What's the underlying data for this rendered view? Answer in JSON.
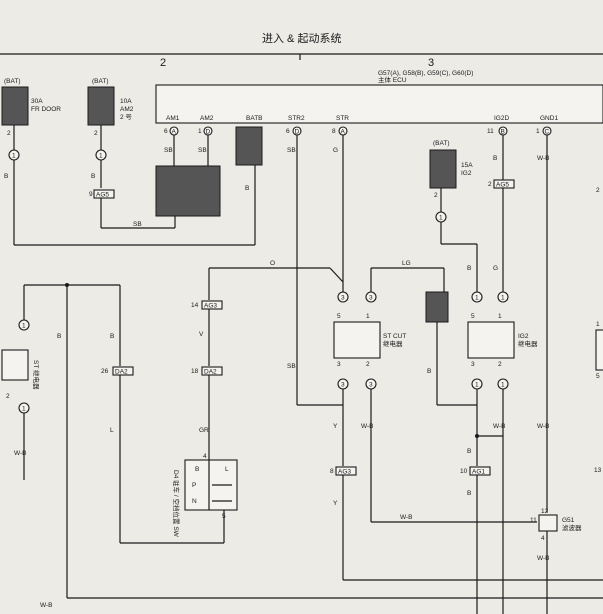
{
  "page": {
    "title": "进入 & 起动系统",
    "col2": "2",
    "col3": "3"
  },
  "ecu": {
    "code": "G57(A), G58(B), G59(C), G60(D)",
    "name": "主体 ECU",
    "pins": {
      "am1": "AM1",
      "am1_no": "6",
      "am1_c": "A",
      "am2": "AM2",
      "am2_no": "1",
      "am2_c": "D",
      "batb": "BATB",
      "str2": "STR2",
      "str2_no": "6",
      "str2_c": "D",
      "str": "STR",
      "str_no": "8",
      "str_c": "A",
      "ig2d": "IG2D",
      "ig2d_no": "11",
      "ig2d_c": "B",
      "gnd1": "GND1",
      "gnd1_no": "1",
      "gnd1_c": "C"
    }
  },
  "fuses": {
    "fr_door": {
      "bat": "(BAT)",
      "amp": "30A",
      "name": "FR DOOR",
      "pin": "2",
      "conn": "1"
    },
    "am2": {
      "bat": "(BAT)",
      "amp": "10A",
      "name1": "AM2",
      "name2": "2 号",
      "pin": "2",
      "conn": "1"
    },
    "ig2": {
      "bat": "(BAT)",
      "amp": "15A",
      "name": "IG2",
      "pin": "2",
      "conn": "1"
    }
  },
  "relays": {
    "st": {
      "name": "ST 继电器"
    },
    "st_cut": {
      "name1": "ST CUT",
      "name2": "继电器",
      "p5": "5",
      "p1": "1",
      "p3": "3",
      "p2": "2"
    },
    "ig2": {
      "name1": "IG2",
      "name2": "继电器",
      "p5": "5",
      "p1": "1",
      "p3": "3",
      "p2": "2"
    }
  },
  "connectors": {
    "ag5_a": {
      "pin": "9",
      "name": "AG5"
    },
    "ag5_b": {
      "pin": "2",
      "name": "AG5"
    },
    "ag3_a": {
      "pin": "14",
      "name": "AG3"
    },
    "ag3_b": {
      "pin": "8",
      "name": "AG3"
    },
    "da2_a": {
      "pin": "26",
      "name": "DA2"
    },
    "da2_b": {
      "pin": "18",
      "name": "DA2"
    },
    "ag1": {
      "pin": "10",
      "name": "AG1"
    }
  },
  "switch": {
    "name": "D4 驻车 / 空挡位置 SW",
    "pin_top": "4",
    "pin_bottom": "5",
    "pos_p": "P",
    "pos_n": "N",
    "col_b": "B",
    "col_l": "L"
  },
  "filter": {
    "code": "G51",
    "name": "滤波器",
    "p12": "12",
    "p11": "11",
    "p4": "4"
  },
  "wire_colors": {
    "b": "B",
    "sb": "SB",
    "o": "O",
    "lg": "LG",
    "v": "V",
    "gr": "GR",
    "l": "L",
    "y": "Y",
    "wb": "W-B",
    "g": "G"
  },
  "edge": {
    "p1": "1",
    "p2": "2",
    "p5": "5",
    "p13": "13",
    "p2b": "2"
  }
}
